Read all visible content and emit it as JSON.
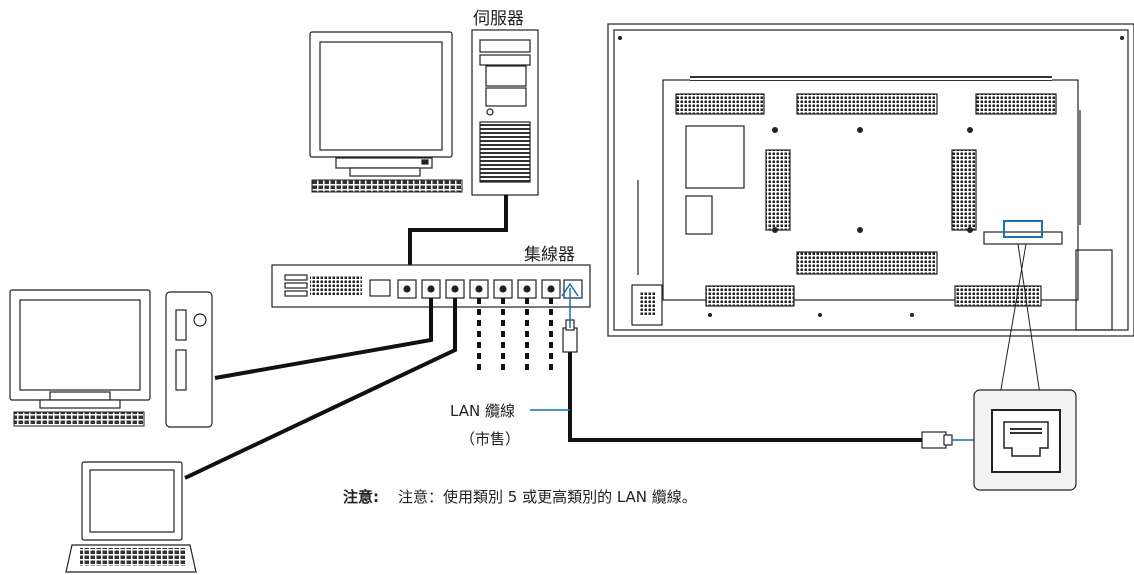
{
  "labels": {
    "server": "伺服器",
    "hub": "集線器",
    "lan_cable": "LAN 纜線",
    "commercially_available": "（市售）",
    "note_key": "注意:",
    "note_text": "注意：使用類別 5 或更高類別的 LAN 纜線。"
  },
  "icons": [
    "monitor-icon",
    "keyboard-icon",
    "tower-pc-icon",
    "laptop-icon",
    "network-hub-icon",
    "display-back-icon",
    "rj45-plug-icon",
    "lan-port-icon",
    "arrow-icon"
  ],
  "colors": {
    "line": "#222222",
    "arrow": "#1a6fb5",
    "panel": "#f3f3f3"
  }
}
